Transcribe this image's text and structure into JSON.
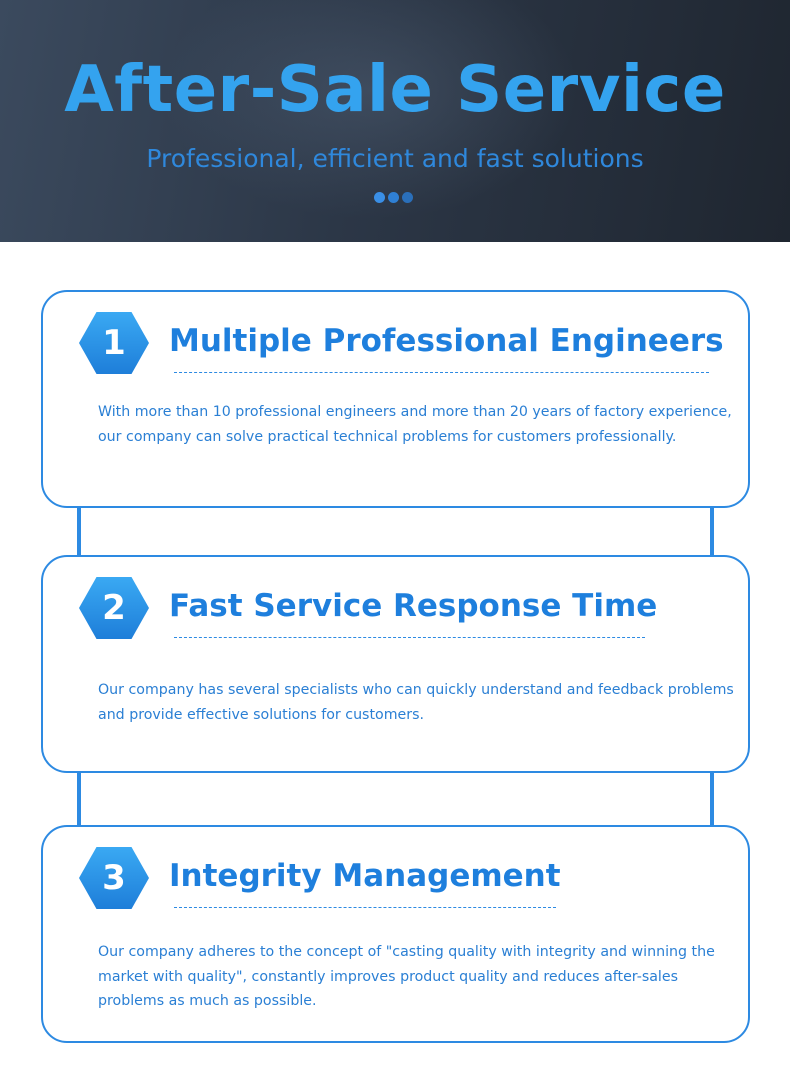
{
  "hero": {
    "title": "After-Sale Service",
    "subtitle": "Professional, efficient and fast solutions"
  },
  "sections": [
    {
      "number": "1",
      "title": "Multiple Professional Engineers",
      "text": "With more than 10 professional engineers and more than 20 years of factory experience, our company can solve practical technical problems for customers professionally."
    },
    {
      "number": "2",
      "title": "Fast Service Response Time",
      "text": "Our company has several specialists who can quickly understand and feedback problems and provide effective solutions for customers."
    },
    {
      "number": "3",
      "title": "Integrity Management",
      "text": "Our company adheres to the concept of \"casting quality with integrity and winning the market with quality\", constantly improves product quality and reduces after-sales problems as much as possible."
    }
  ],
  "colors": {
    "accent": "#2d8ae2",
    "title_blue": "#34a3ef",
    "header_dark": "#2c3747"
  }
}
